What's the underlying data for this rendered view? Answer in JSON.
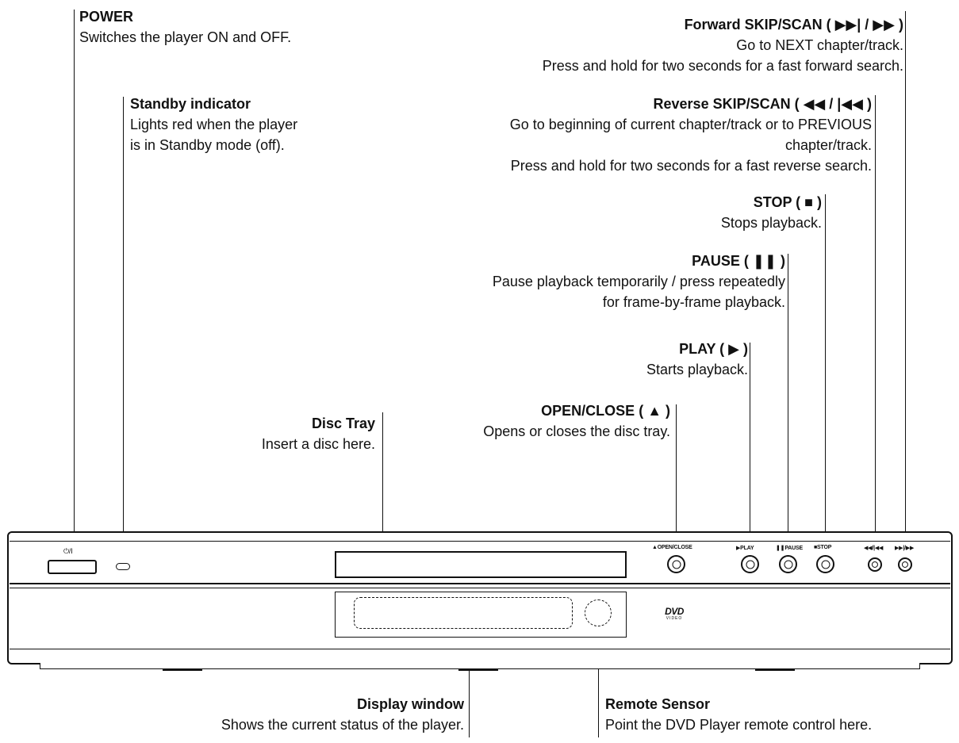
{
  "callouts": {
    "power": {
      "title": "POWER",
      "desc": "Switches the player ON and OFF."
    },
    "standby": {
      "title": "Standby indicator",
      "desc_lines": [
        "Lights red when the player",
        "is in Standby mode (off)."
      ]
    },
    "forward": {
      "title": "Forward SKIP/SCAN ( ▶▶| / ▶▶ )",
      "desc_lines": [
        "Go to NEXT chapter/track.",
        "Press and hold for two seconds for a fast forward search."
      ]
    },
    "reverse": {
      "title": "Reverse SKIP/SCAN ( ◀◀ / |◀◀ )",
      "desc_lines": [
        "Go to beginning of current chapter/track or to PREVIOUS",
        "chapter/track.",
        "Press and hold for two seconds for a fast reverse search."
      ]
    },
    "stop": {
      "title": "STOP ( ■ )",
      "desc": "Stops playback."
    },
    "pause": {
      "title": "PAUSE ( ❚❚ )",
      "desc_lines": [
        "Pause playback temporarily / press repeatedly",
        "for frame-by-frame playback."
      ]
    },
    "play": {
      "title": "PLAY ( ▶ )",
      "desc": "Starts playback."
    },
    "open_close": {
      "title": "OPEN/CLOSE ( ▲ )",
      "desc": "Opens or closes the disc tray."
    },
    "disc_tray": {
      "title": "Disc Tray",
      "desc": "Insert a disc here."
    },
    "display_window": {
      "title": "Display window",
      "desc": "Shows the current status of the player."
    },
    "remote_sensor": {
      "title": "Remote Sensor",
      "desc": "Point the DVD Player remote control here."
    }
  },
  "device_labels": {
    "power_symbol": "⏻/I",
    "open_close": "▲OPEN/CLOSE",
    "play": "▶PLAY",
    "pause": "❚❚PAUSE",
    "stop": "■STOP",
    "rev": "◀◀/|◀◀",
    "fwd": "▶▶|/▶▶",
    "logo_top": "DVD",
    "logo_bottom": "VIDEO"
  }
}
